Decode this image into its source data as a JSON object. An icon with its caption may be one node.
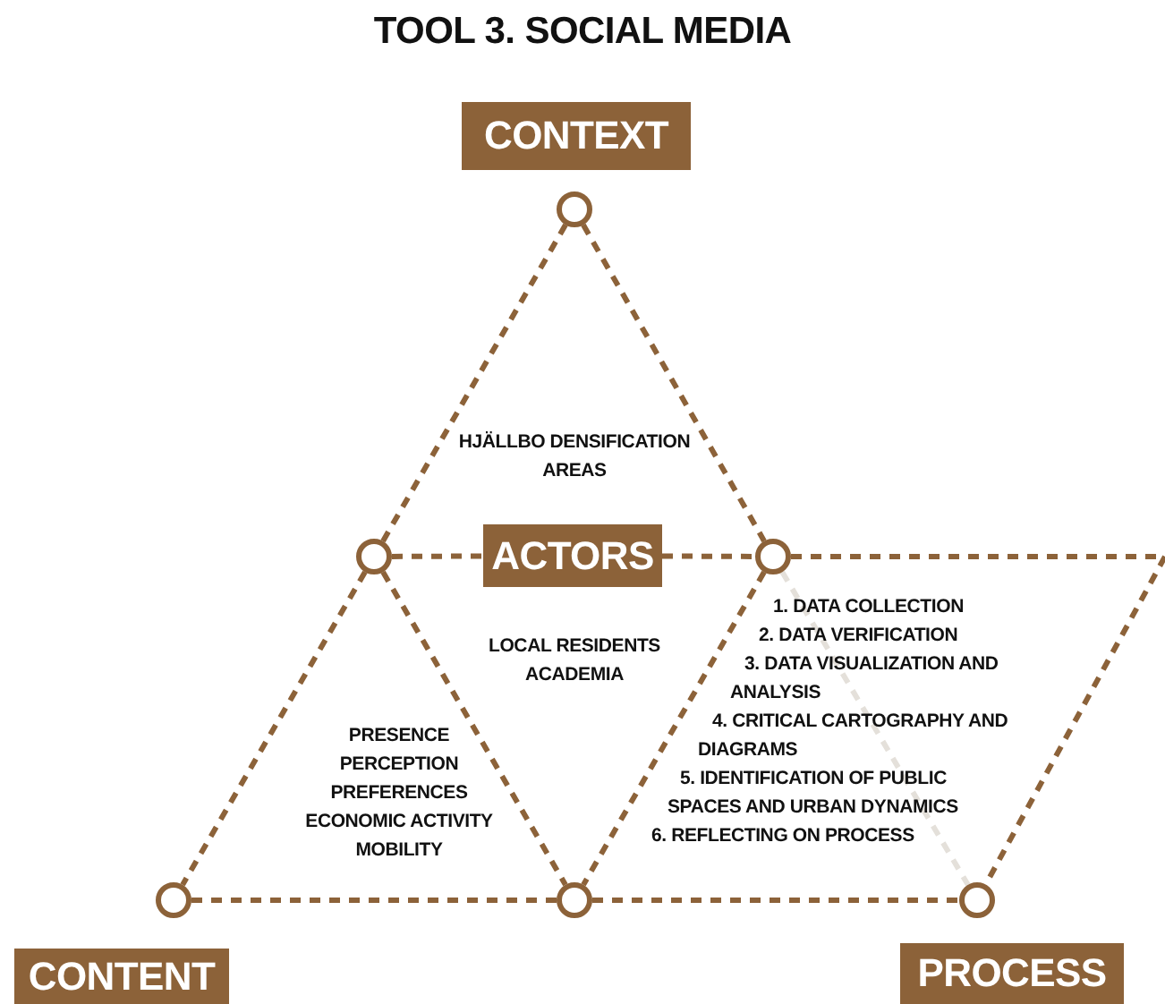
{
  "diagram": {
    "title": "TOOL 3. SOCIAL MEDIA",
    "nodes": [
      {
        "text": [
          "CONTEXT"
        ]
      },
      {
        "text": [],
        "shape": "circle"
      },
      {
        "text": [],
        "shape": "circle"
      },
      {
        "text": [
          "ACTORS"
        ]
      },
      {
        "text": [],
        "shape": "circle"
      },
      {
        "text": [],
        "shape": "circle"
      },
      {
        "text": [],
        "shape": "circle"
      },
      {
        "text": [],
        "shape": "circle"
      },
      {
        "text": [
          "CONTENT"
        ]
      },
      {
        "text": [
          "PROCESS"
        ]
      }
    ],
    "edges": [
      {
        "from": 1,
        "to": 2,
        "arrow": "none"
      },
      {
        "from": 1,
        "to": 4,
        "arrow": "none"
      },
      {
        "from": 2,
        "to": 3,
        "arrow": "none"
      },
      {
        "from": 3,
        "to": 4,
        "arrow": "none"
      },
      {
        "from": 2,
        "to": 5,
        "arrow": "none"
      },
      {
        "from": 2,
        "to": 6,
        "arrow": "none"
      },
      {
        "from": 4,
        "to": 6,
        "arrow": "none"
      },
      {
        "from": 5,
        "to": 6,
        "arrow": "none"
      },
      {
        "from": 6,
        "to": 7,
        "arrow": "none"
      },
      {
        "from": 4,
        "to": null,
        "arrow": "none"
      },
      {
        "from": null,
        "to": 7,
        "arrow": "none"
      },
      {
        "from": 4,
        "to": 7,
        "arrow": "none",
        "color": "#e4e0da"
      }
    ],
    "labels": [
      "HJÄLLBO DENSIFICATION AREAS",
      "LOCAL RESIDENTS",
      "ACADEMIA",
      "PRESENCE",
      "PERCEPTION",
      "PREFERENCES",
      "ECONOMIC ACTIVITY",
      "MOBILITY",
      "1. DATA COLLECTION",
      "2. DATA VERIFICATION",
      "3. DATA VISUALIZATION AND ANALYSIS",
      "4. CRITICAL CARTOGRAPHY AND DIAGRAMS",
      "5. IDENTIFICATION OF PUBLIC SPACES AND URBAN DYNAMICS",
      "6. REFLECTING ON PROCESS"
    ]
  }
}
